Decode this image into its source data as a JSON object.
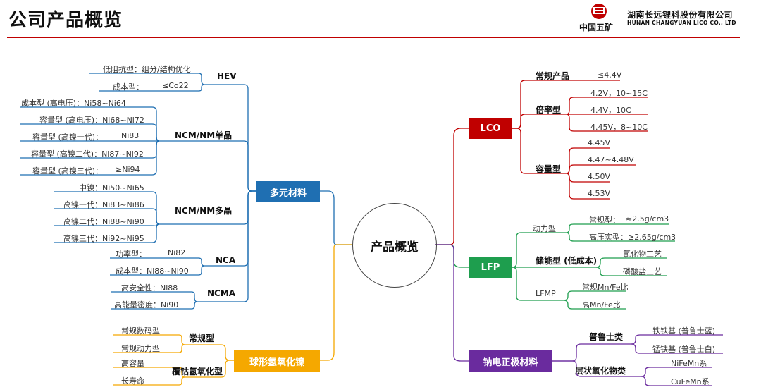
{
  "header": {
    "title": "公司产品概览",
    "logo_text": "中国五矿",
    "company_cn": "湖南长远锂科股份有限公司",
    "company_en": "HUNAN CHANGYUAN LICO CO., LTD"
  },
  "colors": {
    "accent_red": "#c00000",
    "blue": "#1f6fb2",
    "orange": "#f5a800",
    "green": "#1e9e4e",
    "purple": "#6a2b9e",
    "dark_red": "#c00000"
  },
  "center": "产品概览",
  "left": {
    "ternary": {
      "label": "多元材料",
      "hev": {
        "label": "HEV",
        "items": [
          "低阻抗型：组分/结构优化",
          "成本型：",
          "≤Co22"
        ]
      },
      "ncm_single": {
        "label": "NCM/NM单晶",
        "items": [
          [
            "成本型 (高电压)：Ni58~Ni64",
            ""
          ],
          [
            "容量型 (高电压)：Ni68~Ni72",
            ""
          ],
          [
            "容量型 (高镍一代)：",
            "Ni83"
          ],
          [
            "容量型 (高镍二代)：Ni87~Ni92",
            ""
          ],
          [
            "容量型 (高镍三代)：",
            "≥Ni94"
          ]
        ]
      },
      "ncm_poly": {
        "label": "NCM/NM多晶",
        "items": [
          "中镍：Ni50~Ni65",
          "高镍一代：Ni83~Ni86",
          "高镍二代：Ni88~Ni90",
          "高镍三代：Ni92~Ni95"
        ]
      },
      "nca": {
        "label": "NCA",
        "items": [
          [
            "功率型：",
            "Ni82"
          ],
          [
            "成本型：Ni88~Ni90",
            ""
          ]
        ]
      },
      "ncma": {
        "label": "NCMA",
        "items": [
          "高安全性：Ni88",
          "高能量密度：Ni90"
        ]
      }
    },
    "hydroxide": {
      "label": "球形氢氧化镍",
      "regular": {
        "label": "常规型",
        "items": [
          "常规数码型",
          "常规动力型"
        ]
      },
      "cobalt": {
        "label": "覆钴氢氧化型",
        "items": [
          "高容量",
          "长寿命"
        ]
      }
    }
  },
  "right": {
    "lco": {
      "label": "LCO",
      "regular": {
        "label": "常规产品",
        "value": "≤4.4V"
      },
      "rate": {
        "label": "倍率型",
        "items": [
          "4.2V，10~15C",
          "4.4V，10C",
          "4.45V，8~10C"
        ]
      },
      "capacity": {
        "label": "容量型",
        "items": [
          "4.45V",
          "4.47~4.48V",
          "4.50V",
          "4.53V"
        ]
      }
    },
    "lfp": {
      "label": "LFP",
      "power": {
        "label": "动力型",
        "items": [
          "常规型：",
          "≈2.5g/cm3",
          "高压实型：≥2.65g/cm3"
        ]
      },
      "storage": {
        "label": "储能型 (低成本)",
        "items": [
          "氯化物工艺",
          "磷酸盐工艺"
        ]
      },
      "lfmp": {
        "label": "LFMP",
        "items": [
          "常规Mn/Fe比",
          "高Mn/Fe比"
        ]
      }
    },
    "sodium": {
      "label": "钠电正极材料",
      "prussian": {
        "label": "普鲁士类",
        "items": [
          "铁铁基 (普鲁士蓝)",
          "锰铁基 (普鲁士白)"
        ]
      },
      "layered": {
        "label": "层状氧化物类",
        "items": [
          "NiFeMn系",
          "CuFeMn系"
        ]
      }
    }
  }
}
